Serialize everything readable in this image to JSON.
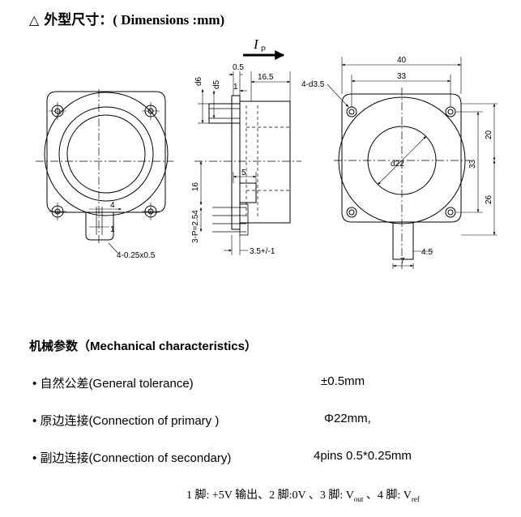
{
  "heading": {
    "symbol": "△",
    "text": "外型尺寸：( Dimensions :mm)"
  },
  "drawing": {
    "current_symbol": "I",
    "current_subscript": "P",
    "side": {
      "d_05": "0.5",
      "d_d6": "d6",
      "d_d5": "d5",
      "d_1": "1",
      "d_165": "16.5",
      "d_5": "5",
      "d_16": "16",
      "d_pitch": "3-P=2.54",
      "d_35": "3.5+/-1"
    },
    "front": {
      "d_4": "4",
      "d_1": "1",
      "pin_note": "4-0.25x0.5"
    },
    "rear": {
      "d_40": "40",
      "d_33": "33",
      "holes": "4-d3.5",
      "d_22": "d22",
      "d_20": "20",
      "d_33v": "33",
      "d_26": "26",
      "d_45": "4.5",
      "d_7": "7"
    }
  },
  "mechanical": {
    "title": "机械参数（Mechanical characteristics）",
    "items": [
      {
        "bullet": "•",
        "label": "自然公差(General tolerance)",
        "value": "±0.5mm"
      },
      {
        "bullet": "•",
        "label": "原边连接(Connection of primary )",
        "value": "Φ22mm,"
      },
      {
        "bullet": "•",
        "label": "副边连接(Connection of secondary)",
        "value": "4pins 0.5*0.25mm"
      }
    ]
  },
  "pins": {
    "p1": "1 脚: +5V 输出、2 脚:0V 、3 脚: V",
    "p1_sub": "out",
    "p2": " 、4 脚: V",
    "p2_sub": "ref"
  }
}
